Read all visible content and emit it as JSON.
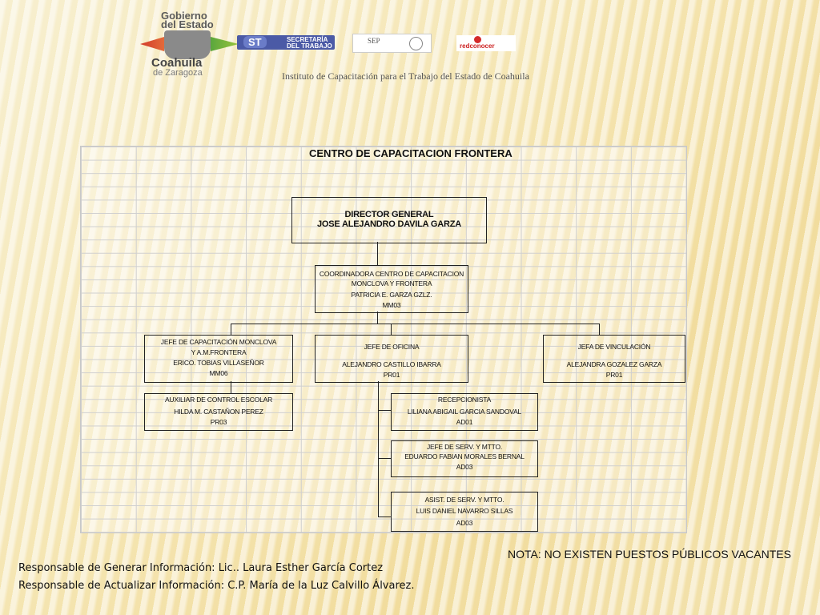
{
  "header": {
    "gob_line1": "Gobierno",
    "gob_line2": "del Estado",
    "gob_name": "Coahuila",
    "gob_sub": "de Zaragoza",
    "st_abbr": "ST",
    "st_line1": "SECRETARÍA",
    "st_line2": "DEL TRABAJO",
    "sep": "SEP",
    "conocer": "redconocer",
    "institute": "Instituto de Capacitación para el Trabajo del Estado de Coahuila"
  },
  "chart": {
    "title": "CENTRO DE CAPACITACION FRONTERA",
    "director": {
      "role": "DIRECTOR GENERAL",
      "name": "JOSE ALEJANDRO DAVILA GARZA"
    },
    "coordinator": {
      "line1": "COORDINADORA CENTRO DE CAPACITACION",
      "line2": "MONCLOVA Y FRONTERA",
      "name": "PATRICIA E. GARZA GZLZ.",
      "code": "MM03"
    },
    "jefe_cap": {
      "line1": "JEFE DE CAPACITACIÓN MONCLOVA",
      "line2": "Y A.M.FRONTERA",
      "name": "ERICO. TOBIAS VILLASEÑOR",
      "code": "MM06"
    },
    "jefe_ofi": {
      "line1": "JEFE DE OFICINA",
      "name": "ALEJANDRO CASTILLO IBARRA",
      "code": "PR01"
    },
    "jefa_vin": {
      "line1": "JEFA DE VINCULACIÓN",
      "name": "ALEJANDRA GOZALEZ GARZA",
      "code": "PR01"
    },
    "aux": {
      "line1": "AUXILIAR DE CONTROL ESCOLAR",
      "name": "HILDA M. CASTAÑON PEREZ",
      "code": "PR03"
    },
    "recep": {
      "line1": "RECEPCIONISTA",
      "name": "LILIANA ABIGAIL GARCIA SANDOVAL",
      "code": "AD01"
    },
    "jefe_serv": {
      "line1": "JEFE DE SERV. Y MTTO.",
      "name": "EDUARDO FABIAN MORALES BERNAL",
      "code": "AD03"
    },
    "asist": {
      "line1": "ASIST. DE SERV. Y MTTO.",
      "name": "LUIS DANIEL NAVARRO SILLAS",
      "code": "AD03"
    }
  },
  "footer": {
    "nota": "NOTA: NO EXISTEN PUESTOS PÚBLICOS VACANTES",
    "resp_generar": "Responsable de Generar Información: Lic.. Laura Esther García Cortez",
    "resp_actualizar": "Responsable de Actualizar Información: C.P. María de la Luz Calvillo Álvarez."
  }
}
